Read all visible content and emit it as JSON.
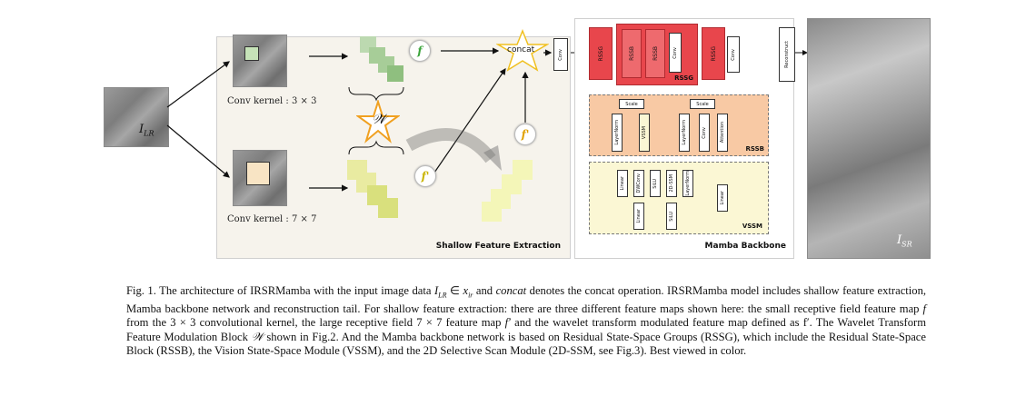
{
  "figure": {
    "input_label": "I",
    "input_sub": "LR",
    "output_label": "I",
    "output_sub": "SR",
    "conv3_label": "Conv kernel : 3 × 3",
    "conv7_label": "Conv kernel : 7 × 7",
    "f_label": "f",
    "f_prime_label": "f'",
    "f_prime_right_label": "f'",
    "w_label": "𝒲",
    "concat_label": "concat",
    "conv_label": "Conv",
    "shallow_title": "Shallow Feature Extraction",
    "mamba_title": "Mamba Backbone",
    "rssg_label": "RSSG",
    "rssb_label": "RSSB",
    "reconstruct_label": "Reconstruct",
    "rssb_block_title": "RSSB",
    "vssm_block_title": "VSSM",
    "scale_label": "Scale",
    "layernorm_label": "LayerNorm",
    "vssm_label": "VSSM",
    "attention_label": "Attention",
    "linear_label": "Linear",
    "dwconv_label": "DWConv",
    "silu_label": "SiLU",
    "ssm2d_label": "2D-SSM",
    "colors": {
      "rssg": "#e8464c",
      "rssb_bg": "#f8c9a4",
      "vssm_bg": "#fbf7d4",
      "shallow_bg": "#f6f3ec"
    }
  },
  "caption": {
    "fig_label": "Fig. 1.",
    "text_part1": "The architecture of IRSRMamba with the input image data",
    "math_ilr": "I",
    "math_ilr_sub": "LR",
    "math_in": "∈",
    "math_xir": "x",
    "math_xir_sub": "ir",
    "text_and": "and",
    "math_concat": "concat",
    "text_part2": "denotes the concat operation. IRSRMamba model includes shallow feature extraction, Mamba backbone network and reconstruction tail. For shallow feature extraction: there are three different feature maps shown here: the small receptive field feature map",
    "math_f": "f",
    "text_part3": "from the 3 × 3 convolutional kernel, the large receptive field 7 × 7 feature map",
    "math_fprime": "f′",
    "text_part4": "and the wavelet transform modulated feature map defined as f′. The Wavelet Transform Feature Modulation Block",
    "math_w": "𝒲",
    "text_part5": "shown in Fig.2. And the Mamba backbone network is based on Residual State-Space Groups (RSSG), which include the Residual State-Space Block (RSSB), the Vision State-Space Module (VSSM), and the 2D Selective Scan Module (2D-SSM, see Fig.3). Best viewed in color."
  }
}
